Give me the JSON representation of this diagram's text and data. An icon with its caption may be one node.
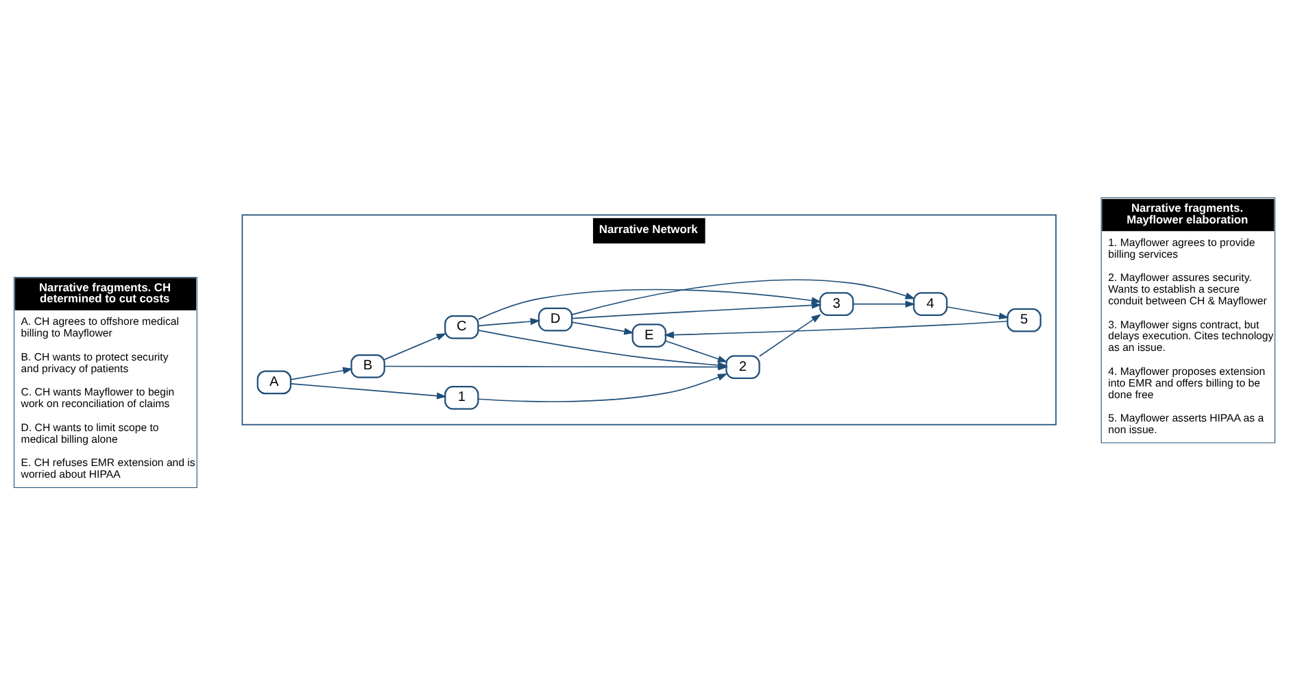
{
  "diagram": {
    "nodes": [
      {
        "text": [
          "Narrative fragments. CH determined to cut costs",
          "A. CH agrees to offshore medical billing to Mayflower",
          "B. CH wants to protect security and privacy of patients",
          "C. CH wants Mayflower to begin work on reconciliation of claims",
          "D. CH wants to limit scope to medical billing alone",
          "E. CH refuses EMR extension and is worried about HIPAA"
        ]
      },
      {
        "text": [
          "Narrative Network"
        ]
      },
      {
        "text": [
          "A"
        ],
        "in": 1
      },
      {
        "text": [
          "B"
        ],
        "in": 1
      },
      {
        "text": [
          "C"
        ],
        "in": 1
      },
      {
        "text": [
          "D"
        ],
        "in": 1
      },
      {
        "text": [
          "E"
        ],
        "in": 1
      },
      {
        "text": [
          "1"
        ],
        "in": 1
      },
      {
        "text": [
          "2"
        ],
        "in": 1
      },
      {
        "text": [
          "3"
        ],
        "in": 1
      },
      {
        "text": [
          "4"
        ],
        "in": 1
      },
      {
        "text": [
          "5"
        ],
        "in": 1
      },
      {
        "text": [
          "Narrative fragments. Mayflower elaboration",
          "1. Mayflower agrees to provide billing services",
          "2. Mayflower assures security. Wants to establish a secure conduit between CH & Mayflower",
          "3. Mayflower signs contract, but delays execution. Cites technology as an issue.",
          "4. Mayflower proposes extension into EMR and offers billing to be done free",
          "5. Mayflower asserts HIPAA as a non issue."
        ]
      }
    ],
    "edges": [
      {
        "from": 2,
        "to": 7,
        "arrow": "to"
      },
      {
        "from": 2,
        "to": 3,
        "arrow": "to"
      },
      {
        "from": 3,
        "to": 4,
        "arrow": "to"
      },
      {
        "from": 4,
        "to": 5,
        "arrow": "to"
      },
      {
        "from": 5,
        "to": 6,
        "arrow": "to"
      },
      {
        "from": 7,
        "to": 8,
        "arrow": "to"
      },
      {
        "from": 8,
        "to": 9,
        "arrow": "to"
      },
      {
        "from": 9,
        "to": 10,
        "arrow": "to"
      },
      {
        "from": 10,
        "to": 11,
        "arrow": "to"
      },
      {
        "from": 3,
        "to": 8,
        "arrow": "to"
      },
      {
        "from": 4,
        "to": 8,
        "arrow": "to"
      },
      {
        "from": 4,
        "to": 9,
        "arrow": "to"
      },
      {
        "from": 5,
        "to": 9,
        "arrow": "to"
      },
      {
        "from": 5,
        "to": 10,
        "arrow": "to"
      },
      {
        "from": 6,
        "to": 8,
        "arrow": "to"
      },
      {
        "from": 11,
        "to": 6,
        "arrow": "to"
      }
    ]
  }
}
